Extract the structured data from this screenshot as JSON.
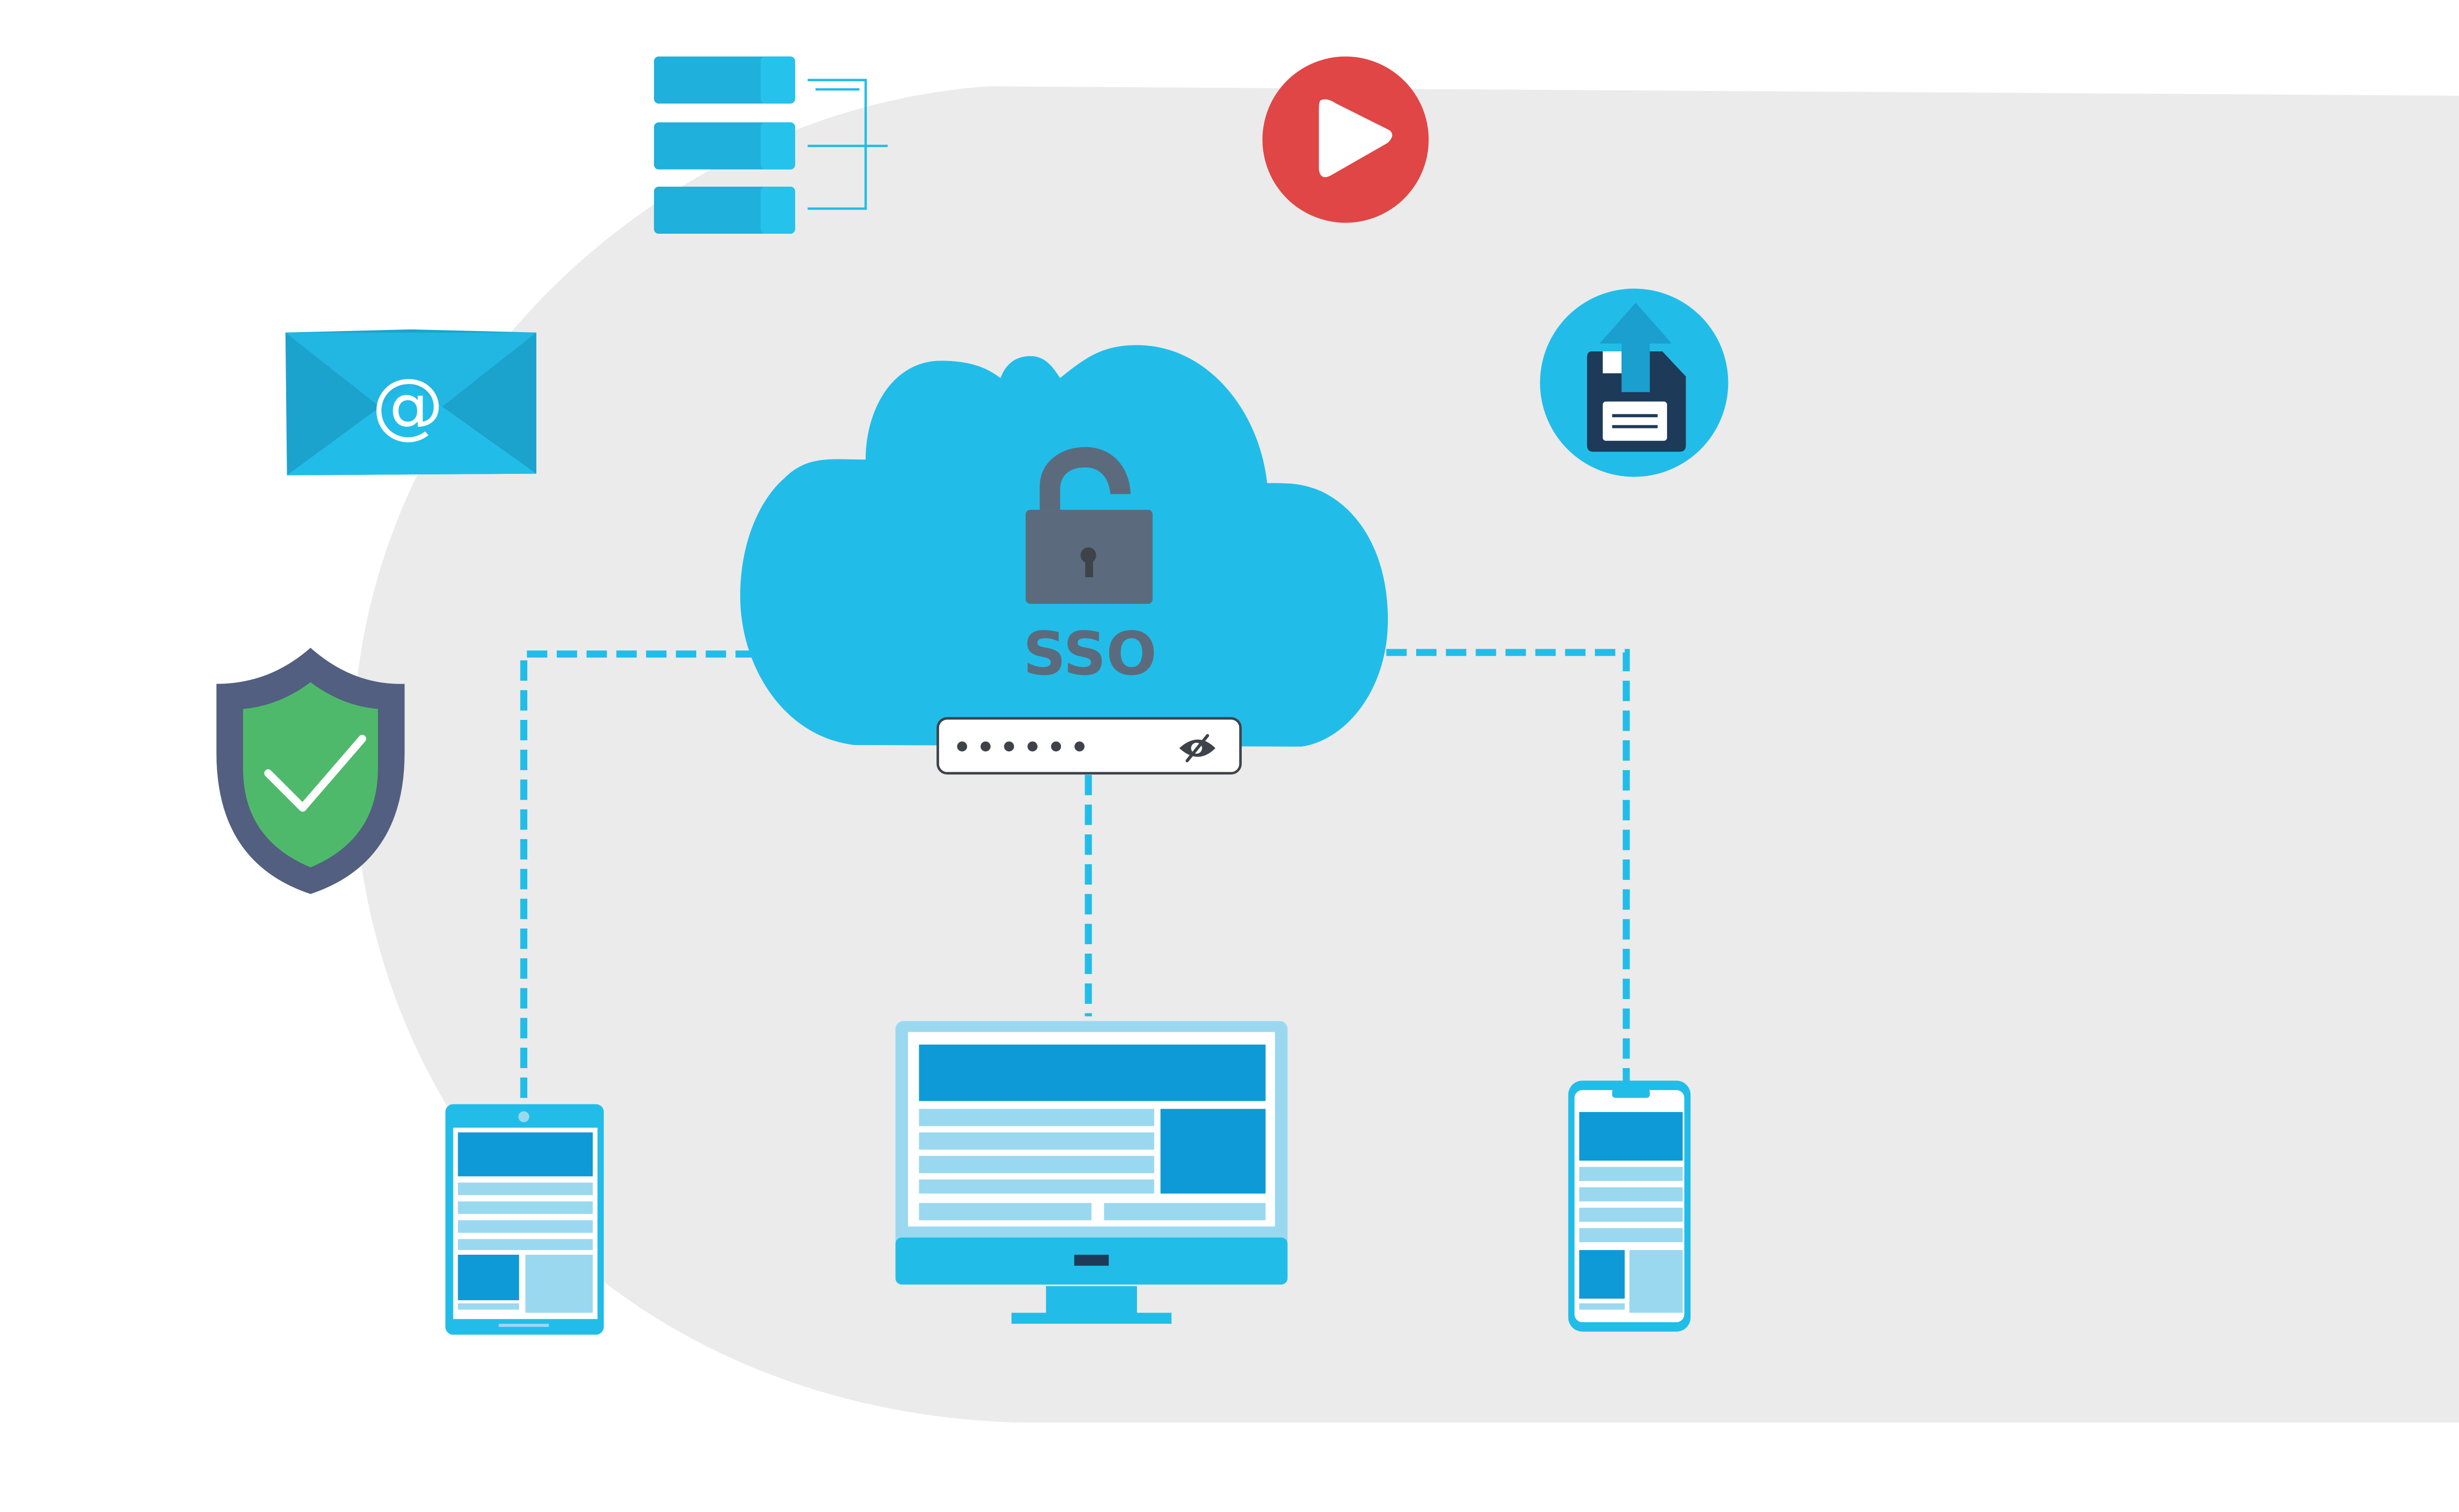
{
  "diagram": {
    "center_label": "SSO",
    "email_symbol": "@",
    "password_field": {
      "masked_value": "••••••",
      "dot_count": 6,
      "toggle_icon": "eye-slash-icon"
    },
    "colors": {
      "background_blob": "#ebebeb",
      "cloud": "#21bde8",
      "lock": "#5b6b7d",
      "dashes": "#21bde8",
      "play": "#e04646",
      "shield_outer": "#525f80",
      "shield_inner": "#4fb96b",
      "device_light": "#9ad8f0",
      "device_dark": "#0e9ad6"
    },
    "nodes": [
      "server-stack",
      "video-play",
      "email",
      "save-upload",
      "security-shield",
      "tablet",
      "desktop-monitor",
      "smartphone"
    ]
  }
}
